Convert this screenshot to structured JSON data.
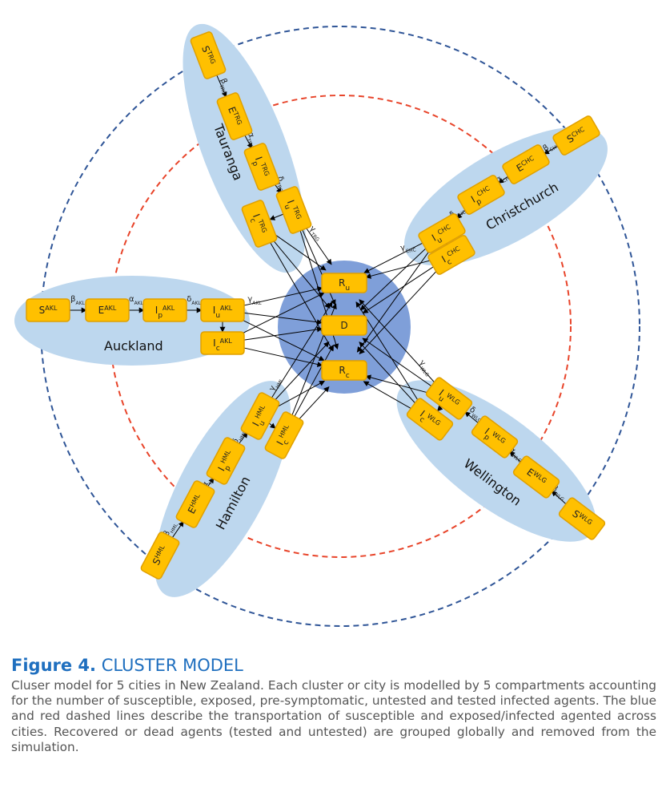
{
  "figure": {
    "label": "Figure 4.",
    "title": "CLUSTER MODEL",
    "caption": "Cluser model for 5 cities in New Zealand. Each cluster or city is modelled by 5 compartments accounting for the number of susceptible, exposed, pre-symptomatic, untested and tested infected agents. The blue and red dashed lines describe the transportation of susceptible and exposed/infected agented across cities. Recovered or dead agents (tested and untested) are grouped globally and removed from the simulation."
  },
  "colors": {
    "cluster_fill": "#bdd7ee",
    "hub_fill": "#7f9fd9",
    "node_fill": "#ffc000",
    "node_stroke": "#e0a000",
    "outer_ring": "#2f5597",
    "inner_ring": "#e8442a",
    "arrow": "#000000"
  },
  "hub": {
    "nodes": [
      {
        "id": "Ru",
        "base": "R",
        "sub": "u"
      },
      {
        "id": "D",
        "base": "D",
        "sub": ""
      },
      {
        "id": "Rc",
        "base": "R",
        "sub": "c"
      }
    ]
  },
  "clusters": [
    {
      "code": "AKL",
      "name": "Auckland",
      "nodes": [
        {
          "id": "S",
          "base": "S",
          "sub": "",
          "sup": "AKL"
        },
        {
          "id": "E",
          "base": "E",
          "sub": "",
          "sup": "AKL"
        },
        {
          "id": "Ip",
          "base": "I",
          "sub": "p",
          "sup": "AKL"
        },
        {
          "id": "Iu",
          "base": "I",
          "sub": "u",
          "sup": "AKL"
        },
        {
          "id": "Ic",
          "base": "I",
          "sub": "c",
          "sup": "AKL"
        }
      ],
      "rates": [
        {
          "sym": "β",
          "sub": "AKL"
        },
        {
          "sym": "α",
          "sub": "AKL"
        },
        {
          "sym": "δ",
          "sub": "AKL"
        },
        {
          "sym": "γ",
          "sub": "AKL"
        }
      ]
    },
    {
      "code": "TRG",
      "name": "Tauranga",
      "nodes": [
        {
          "id": "S",
          "base": "S",
          "sub": "",
          "sup": "TRG"
        },
        {
          "id": "E",
          "base": "E",
          "sub": "",
          "sup": "TRG"
        },
        {
          "id": "Ip",
          "base": "I",
          "sub": "p",
          "sup": "TRG"
        },
        {
          "id": "Iu",
          "base": "I",
          "sub": "u",
          "sup": "TRG"
        },
        {
          "id": "Ic",
          "base": "I",
          "sub": "c",
          "sup": "TRG"
        }
      ],
      "rates": [
        {
          "sym": "β",
          "sub": "TRG"
        },
        {
          "sym": "α",
          "sub": "TRG"
        },
        {
          "sym": "δ",
          "sub": "TRG"
        },
        {
          "sym": "γ",
          "sub": "TRG"
        }
      ]
    },
    {
      "code": "CHC",
      "name": "Christchurch",
      "nodes": [
        {
          "id": "S",
          "base": "S",
          "sub": "",
          "sup": "CHC"
        },
        {
          "id": "E",
          "base": "E",
          "sub": "",
          "sup": "CHC"
        },
        {
          "id": "Ip",
          "base": "I",
          "sub": "p",
          "sup": "CHC"
        },
        {
          "id": "Iu",
          "base": "I",
          "sub": "u",
          "sup": "CHC"
        },
        {
          "id": "Ic",
          "base": "I",
          "sub": "c",
          "sup": "CHC"
        }
      ],
      "rates": [
        {
          "sym": "β",
          "sub": "CHC"
        },
        {
          "sym": "α",
          "sub": "CHC"
        },
        {
          "sym": "δ",
          "sub": "CHC"
        },
        {
          "sym": "γ",
          "sub": "CHC"
        }
      ]
    },
    {
      "code": "WLG",
      "name": "Wellington",
      "nodes": [
        {
          "id": "S",
          "base": "S",
          "sub": "",
          "sup": "WLG"
        },
        {
          "id": "E",
          "base": "E",
          "sub": "",
          "sup": "WLG"
        },
        {
          "id": "Ip",
          "base": "I",
          "sub": "p",
          "sup": "WLG"
        },
        {
          "id": "Iu",
          "base": "I",
          "sub": "u",
          "sup": "WLG"
        },
        {
          "id": "Ic",
          "base": "I",
          "sub": "c",
          "sup": "WLG"
        }
      ],
      "rates": [
        {
          "sym": "β",
          "sub": "WLG"
        },
        {
          "sym": "α",
          "sub": "WLG"
        },
        {
          "sym": "δ",
          "sub": "WLG"
        },
        {
          "sym": "γ",
          "sub": "WLG"
        }
      ]
    },
    {
      "code": "HML",
      "name": "Hamilton",
      "nodes": [
        {
          "id": "S",
          "base": "S",
          "sub": "",
          "sup": "HML"
        },
        {
          "id": "E",
          "base": "E",
          "sub": "",
          "sup": "HML"
        },
        {
          "id": "Ip",
          "base": "I",
          "sub": "p",
          "sup": "HML"
        },
        {
          "id": "Iu",
          "base": "I",
          "sub": "u",
          "sup": "HML"
        },
        {
          "id": "Ic",
          "base": "I",
          "sub": "c",
          "sup": "HML"
        }
      ],
      "rates": [
        {
          "sym": "β",
          "sub": "HML"
        },
        {
          "sym": "α",
          "sub": "HML"
        },
        {
          "sym": "δ",
          "sub": "HML"
        },
        {
          "sym": "γ",
          "sub": "HML"
        }
      ]
    }
  ]
}
